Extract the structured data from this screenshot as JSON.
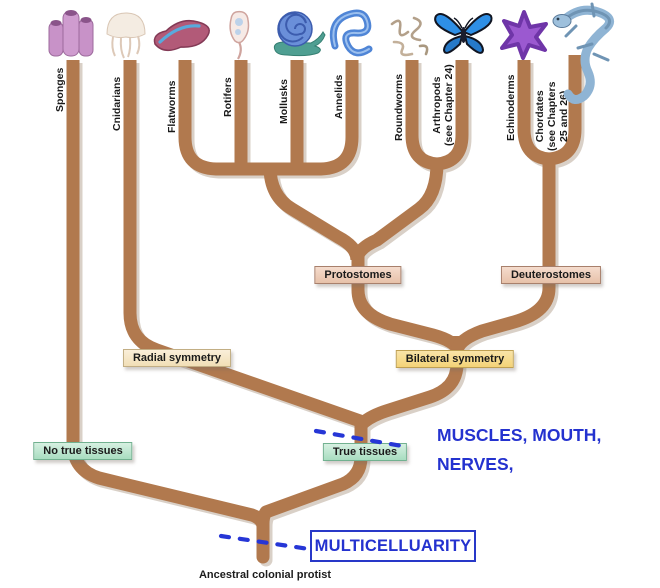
{
  "diagram": {
    "title_hint": "Animal phylogenetic tree",
    "taxa": [
      {
        "label": "Sponges",
        "icon": "sponges-icon"
      },
      {
        "label": "Cnidarians",
        "icon": "jellyfish-icon"
      },
      {
        "label": "Flatworms",
        "icon": "flatworm-icon"
      },
      {
        "label": "Rotifers",
        "icon": "rotifer-icon"
      },
      {
        "label": "Mollusks",
        "icon": "snail-icon"
      },
      {
        "label": "Annelids",
        "icon": "segmented-worm-icon"
      },
      {
        "label": "Roundworms",
        "icon": "roundworm-icon"
      },
      {
        "label": "Arthropods\n(see Chapter 24)",
        "icon": "butterfly-icon"
      },
      {
        "label": "Echinoderms",
        "icon": "starfish-icon"
      },
      {
        "label": "Chordates\n(see Chapters\n25 and 26)",
        "icon": "lizard-icon"
      }
    ],
    "clade_labels": {
      "protostomes": "Protostomes",
      "deuterostomes": "Deuterostomes",
      "radial_symmetry": "Radial symmetry",
      "bilateral_symmetry": "Bilateral symmetry",
      "no_true_tissues": "No true tissues",
      "true_tissues": "True tissues"
    },
    "root_label": "Ancestral colonial protist",
    "annotations": {
      "muscles_mouth_nerves": "MUSCLES, MOUTH,\nNERVES,",
      "multicellularity": "MULTICELLUARITY"
    },
    "colors": {
      "branch": "#b1794e",
      "branch_shadow": "#d9d0c7",
      "annotation_blue": "#2432cf",
      "protostome_label_bg": "#eccdb9",
      "symmetry_label_bg": "#f6da85",
      "radial_label_bg": "#f5e6c4",
      "tissue_label_bg": "#bce8cc"
    }
  }
}
